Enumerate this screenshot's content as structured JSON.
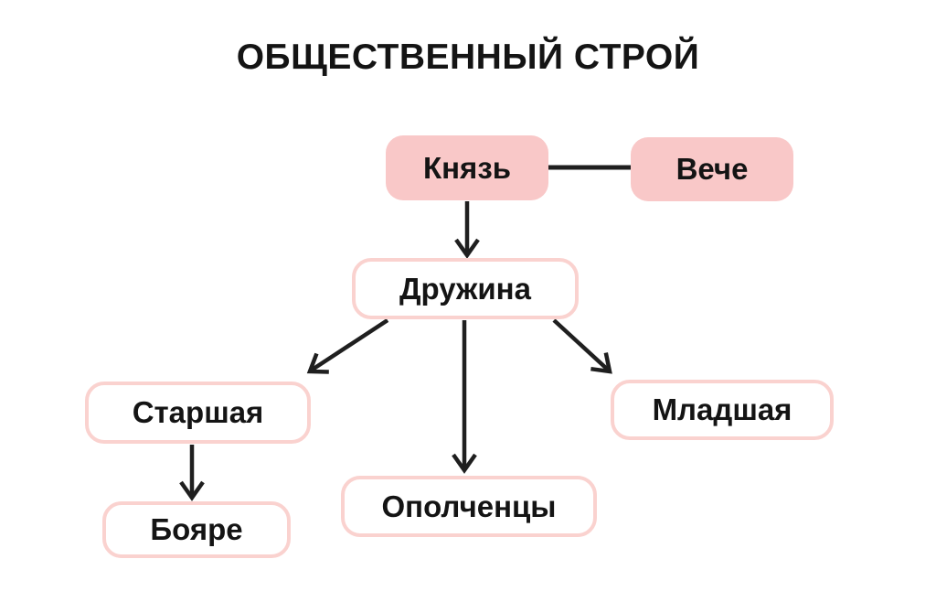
{
  "title": "ОБЩЕСТВЕННЫЙ СТРОЙ",
  "diagram": {
    "nodes": {
      "knyaz": {
        "label": "Князь",
        "style": "filled"
      },
      "veche": {
        "label": "Вече",
        "style": "filled"
      },
      "druzhina": {
        "label": "Дружина",
        "style": "outlined"
      },
      "starshaya": {
        "label": "Старшая",
        "style": "outlined"
      },
      "mladshaya": {
        "label": "Младшая",
        "style": "outlined"
      },
      "opolchentsy": {
        "label": "Ополченцы",
        "style": "outlined"
      },
      "boyare": {
        "label": "Бояре",
        "style": "outlined"
      }
    },
    "edges": [
      {
        "from": "knyaz",
        "to": "veche",
        "arrow": false
      },
      {
        "from": "knyaz",
        "to": "druzhina",
        "arrow": true
      },
      {
        "from": "druzhina",
        "to": "starshaya",
        "arrow": true
      },
      {
        "from": "druzhina",
        "to": "opolchentsy",
        "arrow": true
      },
      {
        "from": "druzhina",
        "to": "mladshaya",
        "arrow": true
      },
      {
        "from": "starshaya",
        "to": "boyare",
        "arrow": true
      }
    ],
    "colors": {
      "node_fill_pink": "#F9C8C8",
      "node_border_pink": "#FAD2CF",
      "text": "#141414",
      "line": "#1F1F1F",
      "background": "#FFFFFF"
    }
  }
}
